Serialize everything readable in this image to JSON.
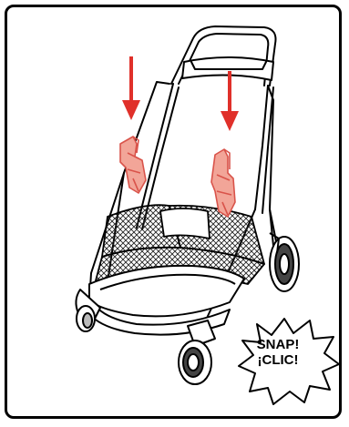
{
  "callout": {
    "line1": "SNAP!",
    "line2": "¡CLIC!"
  },
  "colors": {
    "arrow": "#e0302a",
    "adapter_fill": "#f2a598",
    "adapter_stroke": "#d9534a",
    "outline": "#000000",
    "background": "#ffffff"
  },
  "icons": [
    "down-arrow-icon",
    "car-seat-adapter",
    "starburst-callout"
  ]
}
